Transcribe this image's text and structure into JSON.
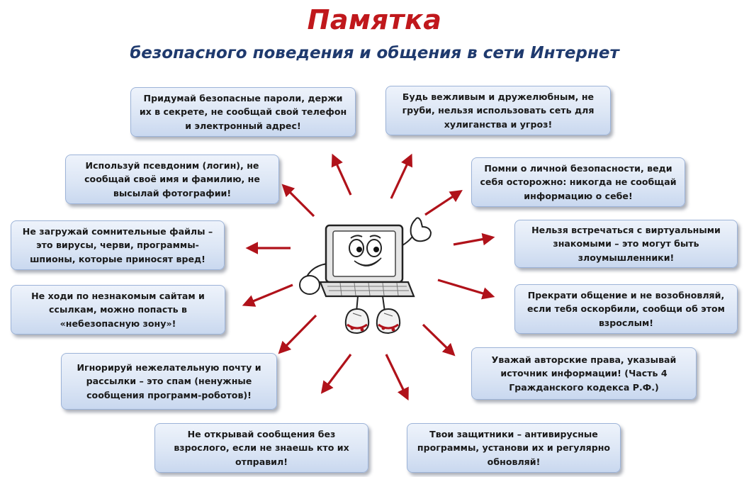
{
  "title": "Памятка",
  "subtitle": "безопасного поведения и общения в сети Интернет",
  "colors": {
    "title": "#c0181c",
    "subtitle": "#1f3a6e",
    "arrow": "#b0121a",
    "box_fill": "#dce6f5",
    "box_border": "#9cb3d8"
  },
  "center_icon": "laptop-mascot-icon",
  "tips": [
    {
      "id": "passwords",
      "text": "Придумай безопасные пароли, держи их в секрете, не сообщай свой телефон и электронный адрес!"
    },
    {
      "id": "polite",
      "text": "Будь вежливым и дружелюбным, не груби, нельзя использовать сеть для хулиганства и угроз!"
    },
    {
      "id": "pseudonym",
      "text": "Используй псевдоним (логин), не сообщай своё имя и фамилию, не высылай фотографии!"
    },
    {
      "id": "personal-safety",
      "text": "Помни о личной безопасности, веди себя осторожно: никогда не сообщай информацию о себе!"
    },
    {
      "id": "suspicious-files",
      "text": "Не загружай сомнительные файлы – это вирусы, черви, программы-шпионы, которые приносят вред!"
    },
    {
      "id": "virtual-friends",
      "text": "Нельзя встречаться с виртуальными знакомыми – это могут быть злоумышленники!"
    },
    {
      "id": "unknown-sites",
      "text": "Не ходи по незнакомым сайтам и ссылкам, можно попасть в «небезопасную зону»!"
    },
    {
      "id": "stop-insults",
      "text": "Прекрати общение и не возобновляй, если тебя оскорбили, сообщи об этом взрослым!"
    },
    {
      "id": "spam",
      "text": "Игнорируй нежелательную почту и рассылки – это спам (ненужные сообщения программ-роботов)!"
    },
    {
      "id": "copyright",
      "text": "Уважай авторские права, указывай источник информации! (Часть 4 Гражданского кодекса Р.Ф.)"
    },
    {
      "id": "unknown-senders",
      "text": "Не открывай сообщения без взрослого, если не знаешь кто их отправил!"
    },
    {
      "id": "antivirus",
      "text": "Твои защитники – антивирусные программы, установи их и регулярно обновляй!"
    }
  ]
}
